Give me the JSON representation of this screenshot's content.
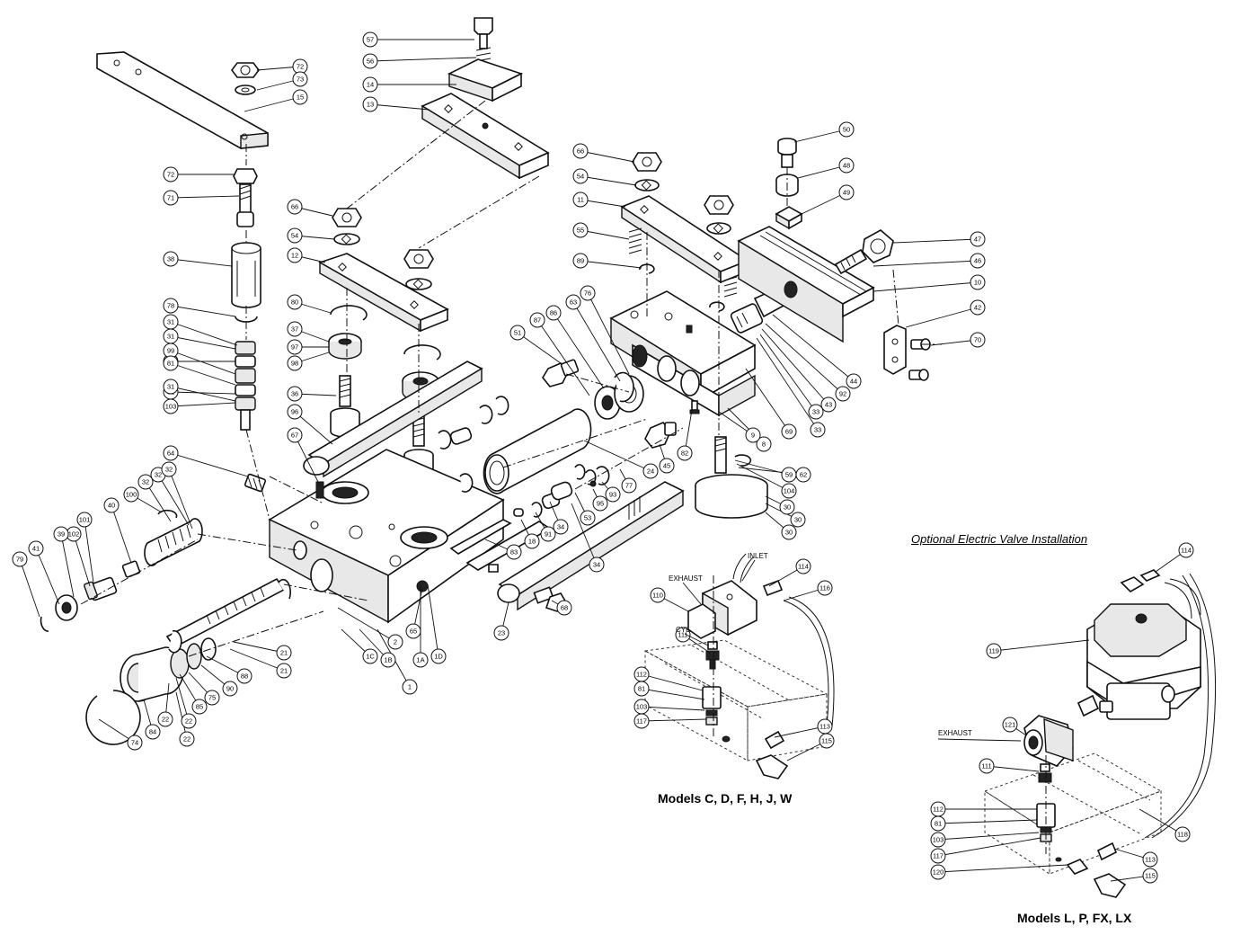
{
  "captions": {
    "optional_title": "Optional Electric Valve Installation",
    "models_cd": "Models C, D, F, H, J, W",
    "models_lp": "Models L, P, FX, LX"
  },
  "labels": {
    "exhaust_1": "EXHAUST",
    "inlet": "INLET",
    "cyl": "CYL.",
    "exhaust_2": "EXHAUST"
  },
  "callouts": [
    "57",
    "56",
    "14",
    "13",
    "72",
    "73",
    "15",
    "72",
    "71",
    "38",
    "78",
    "31",
    "31",
    "31",
    "99",
    "81",
    "31",
    "103",
    "31",
    "66",
    "54",
    "12",
    "80",
    "37",
    "97",
    "98",
    "36",
    "96",
    "67",
    "64",
    "100",
    "32",
    "32",
    "32",
    "40",
    "101",
    "102",
    "39",
    "41",
    "79",
    "21",
    "21",
    "88",
    "90",
    "75",
    "85",
    "22",
    "22",
    "22",
    "84",
    "74",
    "1",
    "1A",
    "1B",
    "1C",
    "1D",
    "2",
    "65",
    "83",
    "23",
    "68",
    "18",
    "91",
    "34",
    "34",
    "53",
    "95",
    "93",
    "77",
    "24",
    "66",
    "54",
    "11",
    "55",
    "89",
    "50",
    "48",
    "49",
    "47",
    "46",
    "10",
    "42",
    "70",
    "44",
    "92",
    "43",
    "33",
    "33",
    "69",
    "8",
    "9",
    "51",
    "87",
    "86",
    "63",
    "76",
    "82",
    "45",
    "59",
    "62",
    "104",
    "30",
    "30",
    "30",
    "110",
    "111",
    "114",
    "116",
    "112",
    "81",
    "103",
    "117",
    "113",
    "115",
    "114",
    "119",
    "121",
    "111",
    "112",
    "81",
    "103",
    "117",
    "120",
    "113",
    "115",
    "118"
  ]
}
